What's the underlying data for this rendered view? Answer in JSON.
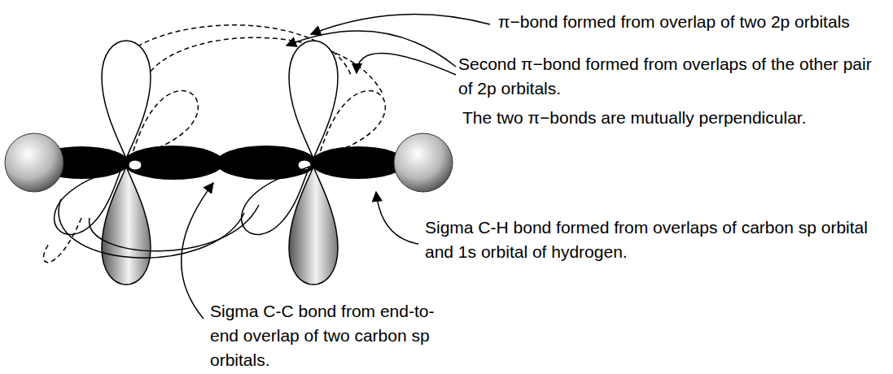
{
  "diagram": {
    "labels": [
      "π−bond formed from overlap of two 2p orbitals",
      "Second π−bond formed from overlaps of the other pair of 2p orbitals.",
      "The two π−bonds are mutually perpendicular.",
      "Sigma C-H bond formed from overlaps of carbon sp orbital and 1s orbital of hydrogen.",
      "Sigma C-C bond from end-to-end overlap of two carbon sp orbitals."
    ]
  }
}
